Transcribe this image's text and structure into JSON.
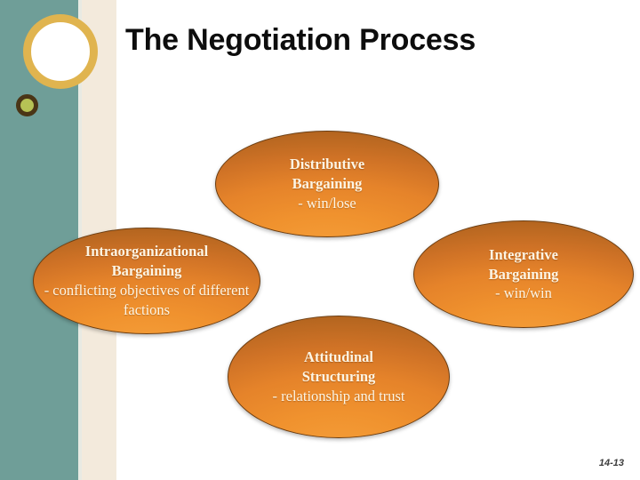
{
  "slide": {
    "title": "The Negotiation Process",
    "page_number": "14-13",
    "background_color": "#ffffff"
  },
  "decor": {
    "teal_band_color": "#6f9e98",
    "pale_band_color": "#e8eae3",
    "cream_band_color": "#f3eadc",
    "large_ring": {
      "border_color": "#e0b44f",
      "fill_color": "#ffffff"
    },
    "small_ring": {
      "border_color": "#4a3516",
      "fill_color": "#b6c255"
    }
  },
  "diagram": {
    "shape_fill_top": "#b1641f",
    "shape_fill_bottom": "#f5a03b",
    "shape_outline": "#6b3d11",
    "text_color": "#fdf5e4",
    "nodes": [
      {
        "id": "distributive",
        "heading_line1": "Distributive",
        "heading_line2": "Bargaining",
        "subtext": "- win/lose"
      },
      {
        "id": "integrative",
        "heading_line1": "Integrative",
        "heading_line2": "Bargaining",
        "subtext": "- win/win"
      },
      {
        "id": "intraorganizational",
        "heading_line1": "Intraorganizational",
        "heading_line2": "Bargaining",
        "subtext": "- conflicting objectives of different factions"
      },
      {
        "id": "attitudinal",
        "heading_line1": "Attitudinal",
        "heading_line2": "Structuring",
        "subtext": "- relationship and trust"
      }
    ]
  }
}
